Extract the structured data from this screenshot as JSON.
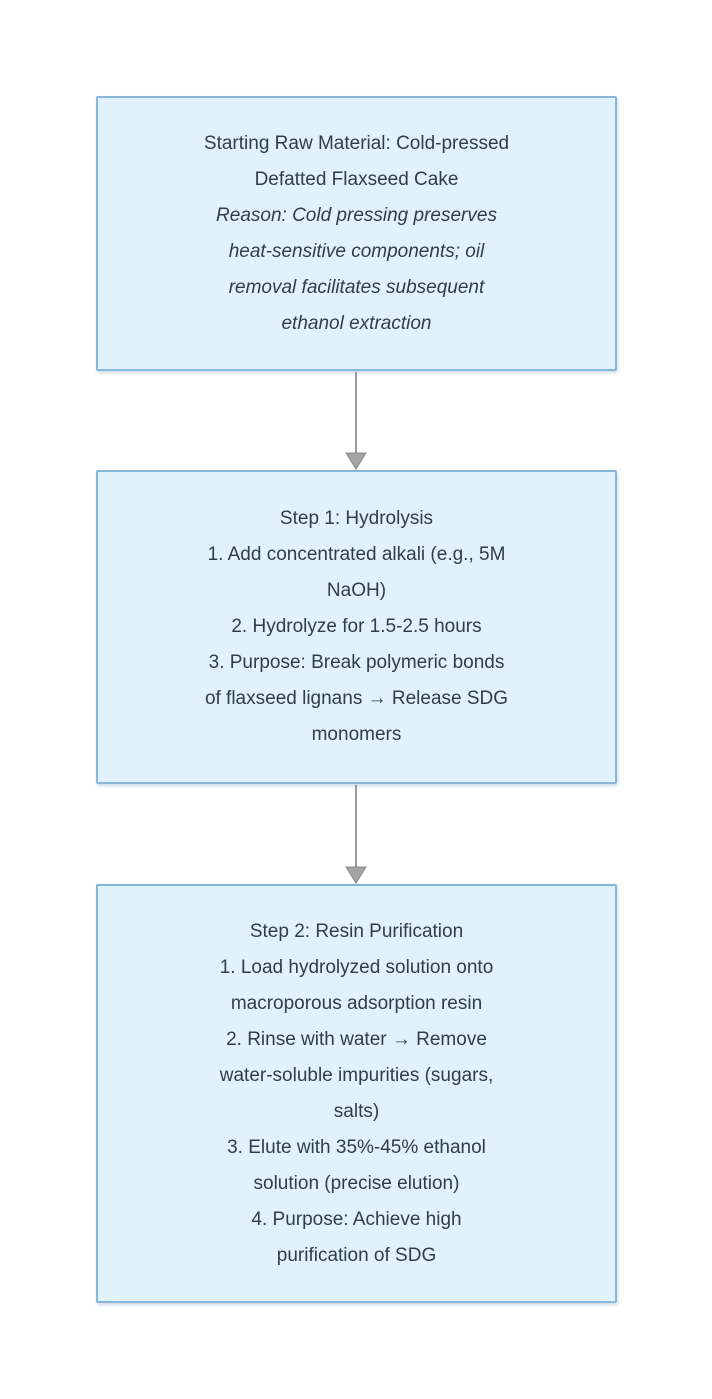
{
  "diagram": {
    "type": "flowchart",
    "direction": "top-down",
    "colors": {
      "background": "#ffffff",
      "node_fill": "#e1f2fc",
      "node_border": "#87b6db",
      "text": "#2f3e4a",
      "arrow": "#999999"
    },
    "nodes": [
      {
        "id": "raw-material",
        "title": "Starting Raw Material: Cold-pressed\nDefatted Flaxseed Cake",
        "reason": "Reason: Cold pressing preserves\nheat-sensitive components; oil\nremoval facilitates subsequent\nethanol extraction"
      },
      {
        "id": "step-1-hydrolysis",
        "text": "Step 1: Hydrolysis\n1. Add concentrated alkali (e.g., 5M\nNaOH)\n2. Hydrolyze for 1.5-2.5 hours\n3. Purpose: Break polymeric bonds\nof flaxseed lignans → Release SDG\nmonomers"
      },
      {
        "id": "step-2-resin-purification",
        "text": "Step 2: Resin Purification\n1. Load hydrolyzed solution onto\nmacroporous adsorption resin\n2. Rinse with water → Remove\nwater-soluble impurities (sugars,\nsalts)\n3. Elute with 35%-45% ethanol\nsolution (precise elution)\n4. Purpose: Achieve high\npurification of SDG"
      }
    ],
    "edges": [
      {
        "from": "raw-material",
        "to": "step-1-hydrolysis"
      },
      {
        "from": "step-1-hydrolysis",
        "to": "step-2-resin-purification"
      }
    ]
  }
}
